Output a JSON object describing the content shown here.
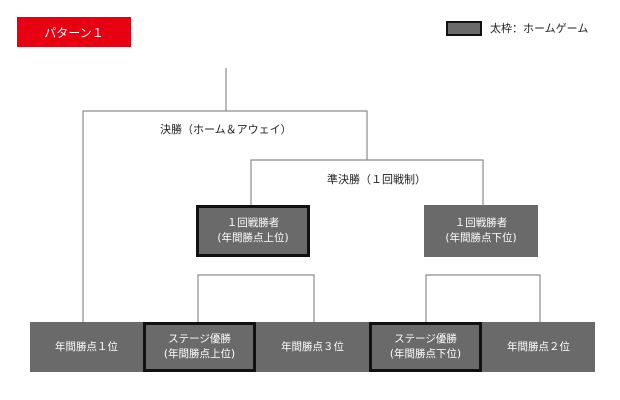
{
  "pattern_tag": "パターン１",
  "legend": {
    "label": "太枠：ホームゲーム",
    "swatch_color": "#6a6a6a"
  },
  "final_label": "決勝（ホーム＆アウェイ）",
  "semifinal_label": "準決勝（１回戦制）",
  "round1_winners": {
    "upper": {
      "line1": "１回戦勝者",
      "line2": "(年間勝点上位)"
    },
    "lower": {
      "line1": "１回戦勝者",
      "line2": "(年間勝点下位)"
    }
  },
  "teams": {
    "rank1": "年間勝点１位",
    "stage_upper": {
      "line1": "ステージ優勝",
      "line2": "(年間勝点上位)"
    },
    "rank3": "年間勝点３位",
    "stage_lower": {
      "line1": "ステージ優勝",
      "line2": "(年間勝点下位)"
    },
    "rank2": "年間勝点２位"
  },
  "colors": {
    "tag_red": "#e60012",
    "box_gray": "#6a6a6a",
    "line_gray": "#8c8c8c"
  }
}
